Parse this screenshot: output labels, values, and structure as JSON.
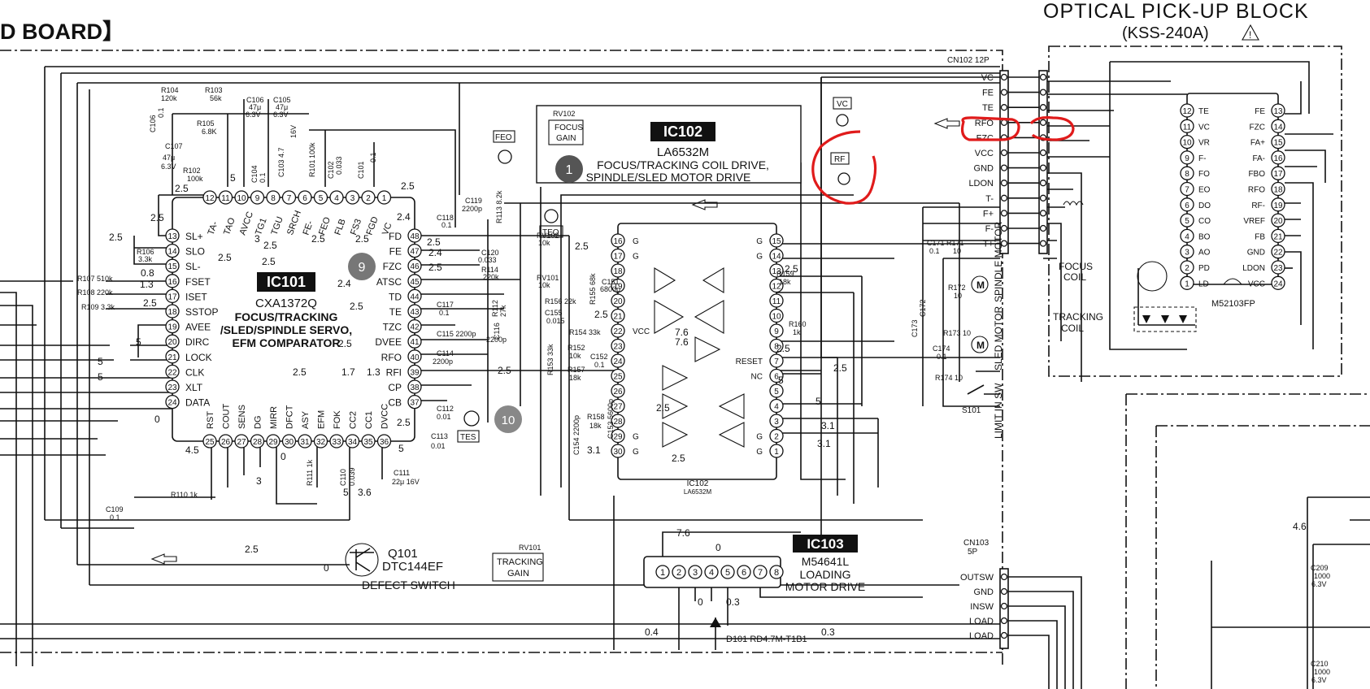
{
  "header": {
    "board_title": "D BOARD】",
    "optical_title": "OPTICAL PICK-UP BLOCK",
    "optical_model": "(KSS-240A)"
  },
  "ic101": {
    "label": "IC101",
    "part": "CXA1372Q",
    "desc": [
      "FOCUS/TRACKING",
      "/SLED/SPINDLE SERVO,",
      "EFM COMPARATOR"
    ],
    "pins_left": [
      {
        "n": "13",
        "name": "SL+"
      },
      {
        "n": "14",
        "name": "SLO"
      },
      {
        "n": "15",
        "name": "SL-"
      },
      {
        "n": "16",
        "name": "FSET"
      },
      {
        "n": "17",
        "name": "ISET"
      },
      {
        "n": "18",
        "name": "SSTOP"
      },
      {
        "n": "19",
        "name": "AVEE"
      },
      {
        "n": "20",
        "name": "DIRC"
      },
      {
        "n": "21",
        "name": "LOCK"
      },
      {
        "n": "22",
        "name": "CLK"
      },
      {
        "n": "23",
        "name": "XLT"
      },
      {
        "n": "24",
        "name": "DATA"
      }
    ],
    "pins_right": [
      {
        "n": "48",
        "name": "FD"
      },
      {
        "n": "47",
        "name": "FE"
      },
      {
        "n": "46",
        "name": "FZC"
      },
      {
        "n": "45",
        "name": "ATSC"
      },
      {
        "n": "44",
        "name": "TD"
      },
      {
        "n": "43",
        "name": "TE"
      },
      {
        "n": "42",
        "name": "TZC"
      },
      {
        "n": "41",
        "name": "DVEE"
      },
      {
        "n": "40",
        "name": "RFO"
      },
      {
        "n": "39",
        "name": "RFI"
      },
      {
        "n": "38",
        "name": "CP"
      },
      {
        "n": "37",
        "name": "CB"
      }
    ],
    "pins_top": [
      {
        "n": "12",
        "name": "TA-"
      },
      {
        "n": "11",
        "name": "TAO"
      },
      {
        "n": "10",
        "name": "AVCC"
      },
      {
        "n": "9",
        "name": "TG1"
      },
      {
        "n": "8",
        "name": "TGU"
      },
      {
        "n": "7",
        "name": "SRCH"
      },
      {
        "n": "6",
        "name": "FE-"
      },
      {
        "n": "5",
        "name": "FEO"
      },
      {
        "n": "4",
        "name": "FLB"
      },
      {
        "n": "3",
        "name": "FS3"
      },
      {
        "n": "2",
        "name": "FGD"
      },
      {
        "n": "1",
        "name": "VC"
      }
    ],
    "pins_bottom": [
      {
        "n": "25",
        "name": "RST"
      },
      {
        "n": "26",
        "name": "COUT"
      },
      {
        "n": "27",
        "name": "SENS"
      },
      {
        "n": "28",
        "name": "DG"
      },
      {
        "n": "29",
        "name": "MIRR"
      },
      {
        "n": "30",
        "name": "DFCT"
      },
      {
        "n": "31",
        "name": "ASY"
      },
      {
        "n": "32",
        "name": "EFM"
      },
      {
        "n": "33",
        "name": "FOK"
      },
      {
        "n": "34",
        "name": "CC2"
      },
      {
        "n": "35",
        "name": "CC1"
      },
      {
        "n": "36",
        "name": "DVCC"
      }
    ]
  },
  "ic102": {
    "label": "IC102",
    "part": "LA6532M",
    "desc": [
      "FOCUS/TRACKING COIL DRIVE,",
      "SPINDLE/SLED MOTOR DRIVE"
    ],
    "small_label": [
      "IC102",
      "LA6532M"
    ],
    "pins_left": [
      "16",
      "17",
      "18",
      "19",
      "20",
      "21",
      "22",
      "23",
      "24",
      "25",
      "26",
      "27",
      "28",
      "29",
      "30"
    ],
    "pins_right": [
      "15",
      "14",
      "13",
      "12",
      "11",
      "10",
      "9",
      "8",
      "7",
      "6",
      "5",
      "4",
      "3",
      "2",
      "1"
    ],
    "left_tags": [
      "G",
      "G",
      "",
      "",
      "",
      "",
      "VCC",
      "",
      "",
      "",
      "",
      "",
      "",
      "G",
      "G"
    ],
    "right_tags": [
      "G",
      "G",
      "",
      "",
      "",
      "",
      "",
      "",
      "RESET",
      "NC",
      "",
      "",
      "",
      "G",
      "G"
    ]
  },
  "ic103": {
    "label": "IC103",
    "part": "M54641L",
    "desc": [
      "LOADING",
      "MOTOR DRIVE"
    ],
    "pins": [
      "1",
      "2",
      "3",
      "4",
      "5",
      "6",
      "7",
      "8"
    ]
  },
  "pickup_ic": {
    "part": "M52103FP",
    "pins_left": [
      {
        "n": "12",
        "name": "TE"
      },
      {
        "n": "11",
        "name": "VC"
      },
      {
        "n": "10",
        "name": "VR"
      },
      {
        "n": "9",
        "name": "F-"
      },
      {
        "n": "8",
        "name": "FO"
      },
      {
        "n": "7",
        "name": "EO"
      },
      {
        "n": "6",
        "name": "DO"
      },
      {
        "n": "5",
        "name": "CO"
      },
      {
        "n": "4",
        "name": "BO"
      },
      {
        "n": "3",
        "name": "AO"
      },
      {
        "n": "2",
        "name": "PD"
      },
      {
        "n": "1",
        "name": "LD"
      }
    ],
    "pins_right": [
      {
        "n": "13",
        "name": "FE"
      },
      {
        "n": "14",
        "name": "FZC"
      },
      {
        "n": "15",
        "name": "FA+"
      },
      {
        "n": "16",
        "name": "FA-"
      },
      {
        "n": "17",
        "name": "FBO"
      },
      {
        "n": "18",
        "name": "RFO"
      },
      {
        "n": "19",
        "name": "RF-"
      },
      {
        "n": "20",
        "name": "VREF"
      },
      {
        "n": "21",
        "name": "FB"
      },
      {
        "n": "22",
        "name": "GND"
      },
      {
        "n": "23",
        "name": "LDON"
      },
      {
        "n": "24",
        "name": "VCC"
      }
    ]
  },
  "cn102": {
    "label": "CN102 12P",
    "signals": [
      "VC",
      "FE",
      "TE",
      "RFO",
      "FZC",
      "VCC",
      "GND",
      "LDON",
      "T-",
      "F+",
      "F-",
      "T+"
    ]
  },
  "cn103": {
    "label": [
      "CN103",
      "5P"
    ],
    "signals": [
      "OUTSW",
      "GND",
      "INSW",
      "LOAD",
      "LOAD"
    ]
  },
  "test_points": {
    "vc": "VC",
    "rf": "RF",
    "feo": "FEO",
    "teo": "TEO",
    "tes": "TES"
  },
  "trimmers": {
    "rv102": {
      "ref": "RV102",
      "name": [
        "FOCUS",
        "GAIN"
      ]
    },
    "rv101": {
      "ref": "RV101",
      "name": [
        "TRACKING",
        "GAIN"
      ]
    }
  },
  "q101": {
    "ref": "Q101",
    "part": "DTC144EF",
    "desc": "DEFECT SWITCH"
  },
  "d101": "D101 RD4.7M-T1B1",
  "s101": "S101",
  "labels": {
    "limit_sw": "LIMIT IN SW",
    "spindle_motor": "SPINDLE MOTOR",
    "sled_motor": "SLED MOTOR",
    "focus_coil": [
      "FOCUS",
      "COIL"
    ],
    "tracking_coil": [
      "TRACKING",
      "COIL"
    ]
  },
  "badges": {
    "one": "1",
    "nine": "9",
    "ten": "10"
  },
  "components": {
    "r104": "R104",
    "r104v": "120k",
    "r103": "R103",
    "r103v": "56k",
    "r105": "R105",
    "r105v": "6.8K",
    "c106a": "C106",
    "c106av": "0.1",
    "c107": "C107",
    "c107v": "47μ",
    "c107vv": "6.3V",
    "r102": "R102",
    "r102v": "100k",
    "c106": "C106",
    "c106v": "47μ",
    "c106vv": "6.3V",
    "c105": "C105",
    "c105v": "47μ",
    "c105vv": "6.3V",
    "c104": "C104",
    "c104v": "0.1",
    "c103": "C103 4.7",
    "c103vv": "16V",
    "r101": "R101",
    "r101v": "100k",
    "c102": "C102",
    "c102v": "0.033",
    "c101": "C101",
    "c101v": "0.1",
    "r106": "R106",
    "r106v": "3.3k",
    "r107": "R107 510k",
    "r108": "R108 220k",
    "r109": "R109 3.3k",
    "c119": "C119",
    "c119v": "2200p",
    "r113": "R113 8.2k",
    "c118": "C118",
    "c118v": "0.1",
    "c120": "C120",
    "c120v": "0.033",
    "r114": "R114",
    "r114v": "220k",
    "r112": "R112",
    "r112v": "27k",
    "c117": "C117",
    "c117v": "0.1",
    "c115": "C115 2200p",
    "c114": "C114",
    "c114v": "2200p",
    "c116": "C116",
    "c116v": "2200p",
    "c112": "C112",
    "c112v": "0.01",
    "c113": "C113",
    "c113v": "0.01",
    "r111": "R111 1k",
    "c110": "C110",
    "c110v": "0.039",
    "c111": "C111",
    "c111v": "22μ 16V",
    "r110": "R110 1k",
    "c109": "C109",
    "c109v": "0.1",
    "rv102v": "10k",
    "rv101v": "10k",
    "r155": "R155 68k",
    "c151": "C151",
    "c151v": "6800p",
    "r156": "R156 22k",
    "c155": "C155",
    "c155v": "0.015",
    "r154": "R154 33k",
    "r153": "R153 33k",
    "r152": "R152",
    "r152v": "10k",
    "c152": "C152",
    "c152v": "0.1",
    "r157": "R157",
    "r157v": "18k",
    "c153": "C153 5600p",
    "c154": "C154 2200p",
    "r158": "R158",
    "r158v": "18k",
    "r159": "R159",
    "r159v": "18k",
    "r160": "R160",
    "r160v": "1k",
    "c171": "C171 R171",
    "c171v": "0.1",
    "r171v": "10",
    "r172": "R172",
    "r172v": "10",
    "c173": "C173",
    "c172": "C172",
    "r173": "R173 10",
    "c174": "C174",
    "c174v": "0.1",
    "r174": "R174 10",
    "c209": "C209",
    "c209v": "1000",
    "c209vv": "6.3V",
    "c210": "C210",
    "c210v": "1000",
    "c210vv": "6.3V"
  },
  "voltages": {
    "v25": "2.5",
    "v5": "5",
    "v3": "3",
    "v08": "0.8",
    "v13": "1.3",
    "v24": "2.4",
    "v45": "4.5",
    "v0": "0",
    "v17": "1.7",
    "v36": "3.6",
    "v76": "7.6",
    "v31": "3.1",
    "v04": "0.4",
    "v03": "0.3",
    "v46": "4.6"
  }
}
